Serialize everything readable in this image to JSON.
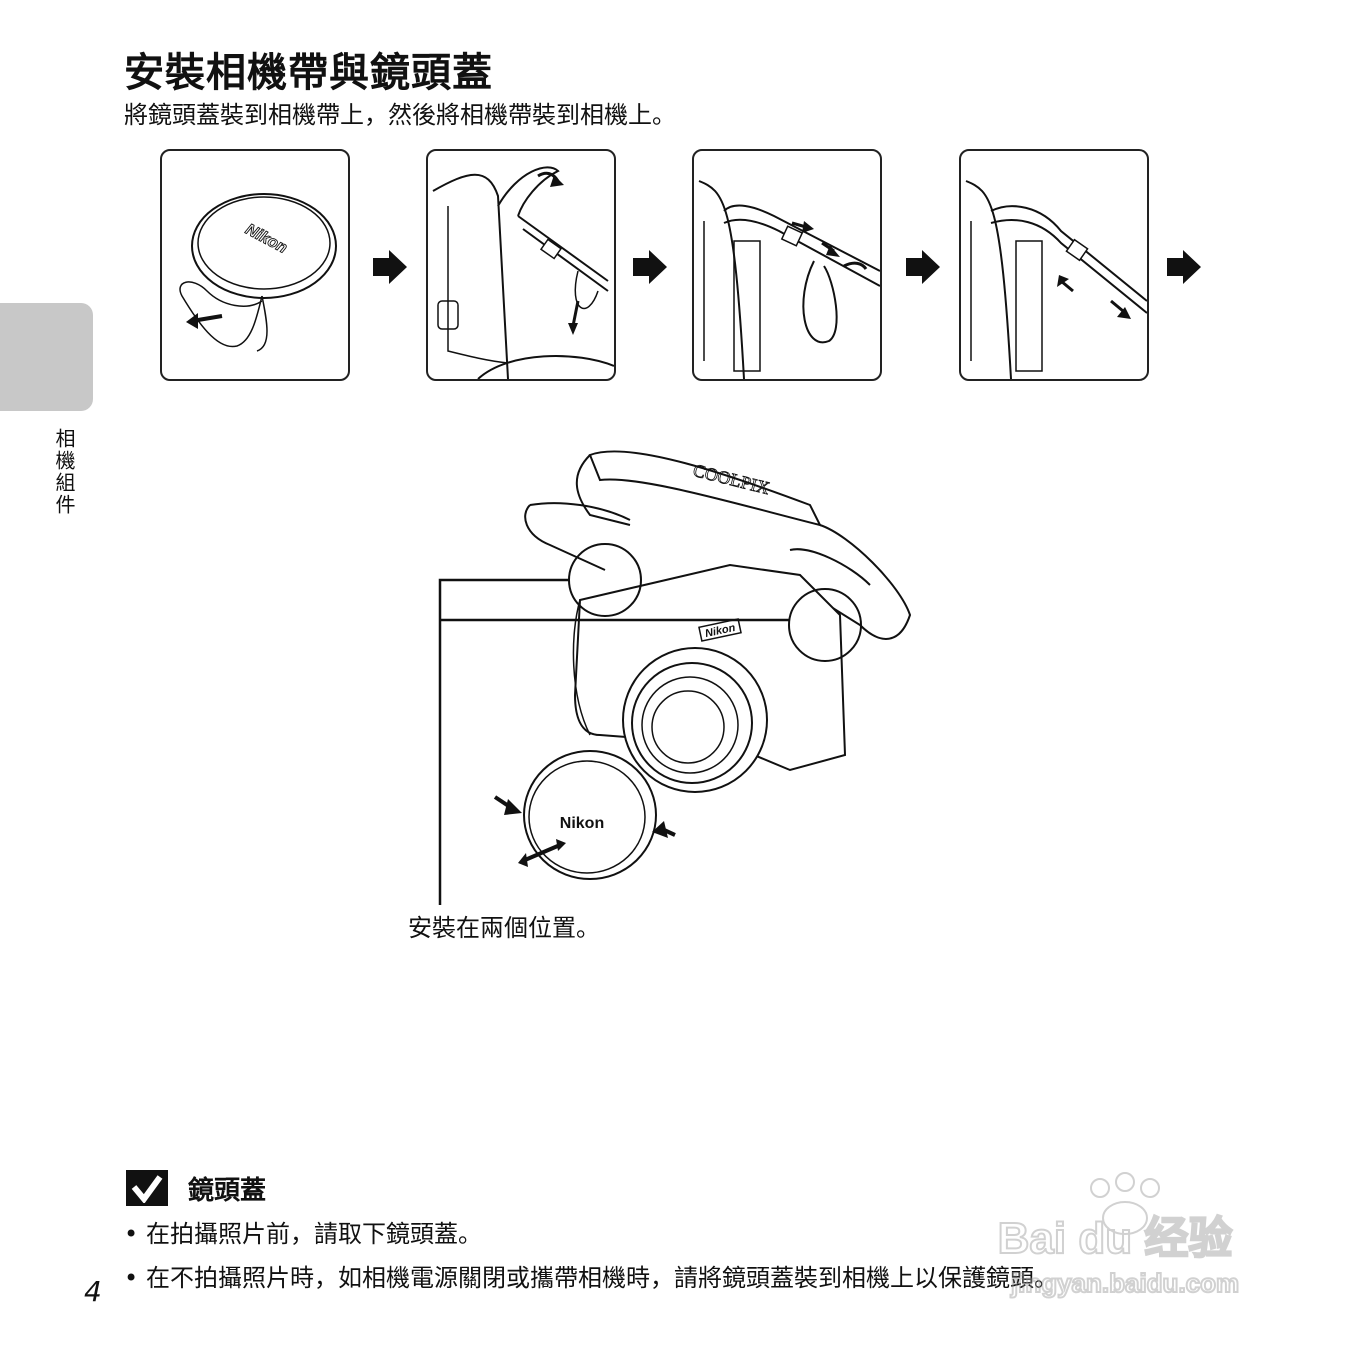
{
  "title": "安裝相機帶與鏡頭蓋",
  "intro": "將鏡頭蓋裝到相機帶上，然後將相機帶裝到相機上。",
  "side_tab": {
    "label": "相機組件"
  },
  "steps": [
    {
      "lens_cap_brand": "Nikon"
    },
    {},
    {},
    {}
  ],
  "illustration": {
    "strap_brand": "COOLPIX",
    "camera_brand": "Nikon",
    "cap_brand": "Nikon",
    "caption": "安裝在兩個位置。"
  },
  "note": {
    "heading": "鏡頭蓋",
    "bullets": [
      "在拍攝照片前，請取下鏡頭蓋。",
      "在不拍攝照片時，如相機電源關閉或攜帶相機時，請將鏡頭蓋裝到相機上以保護鏡頭。"
    ]
  },
  "page_number": "4",
  "watermark": {
    "brand": "Bai du 经验",
    "site": "jingyan.baidu.com"
  }
}
